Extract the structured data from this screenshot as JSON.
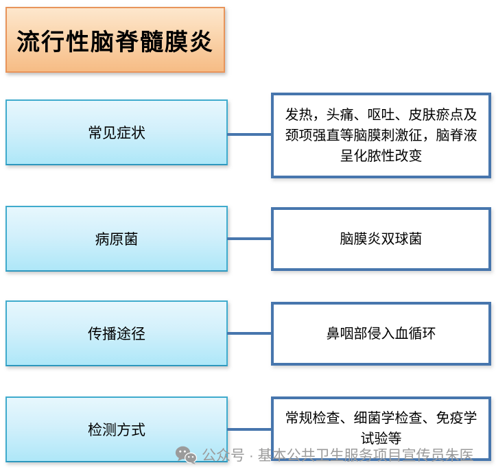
{
  "title": "流行性脑脊髓膜炎",
  "rows": [
    {
      "label": "常见症状",
      "detail": "发热，头痛、呕吐、皮肤瘀点及颈项强直等脑膜刺激征，脑脊液呈化脓性改变"
    },
    {
      "label": "病原菌",
      "detail": "脑膜炎双球菌"
    },
    {
      "label": "传播途径",
      "detail": "鼻咽部侵入血循环"
    },
    {
      "label": "检测方式",
      "detail": "常规检查、细菌学检查、免疫学试验等"
    }
  ],
  "watermark": {
    "icon": "wechat-icon",
    "text": "公众号 · 基本公共卫生服务项目宣传员朱医"
  },
  "colors": {
    "title-border": "#e8945a",
    "title-fill-top": "#fde7cd",
    "title-fill-bottom": "#f6bc85",
    "cyan-border": "#3fabcd",
    "cyan-fill-top": "#e7f7fd",
    "cyan-fill-bottom": "#aee7f8",
    "steel-blue": "#4776ad",
    "watermark-gray": "#9b9b9b"
  }
}
